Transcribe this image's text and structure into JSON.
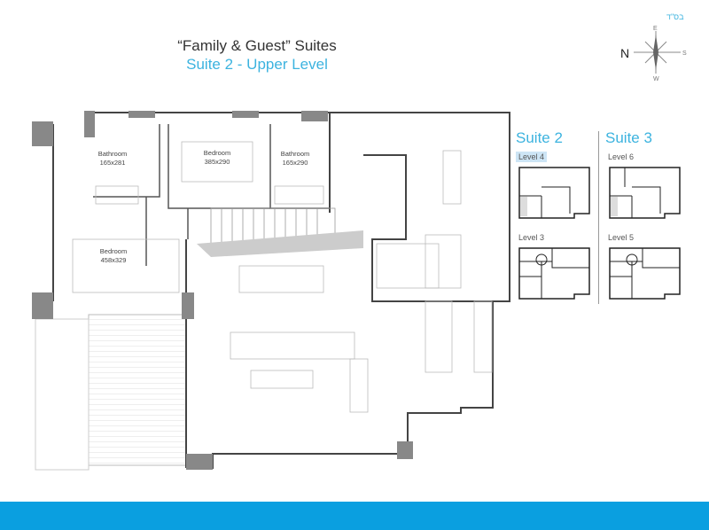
{
  "header": {
    "title": "“Family & Guest” Suites",
    "subtitle": "Suite 2 - Upper Level",
    "hebrew_mark": "בס\"ד"
  },
  "compass": {
    "north": "N",
    "east": "E",
    "south": "S",
    "west": "W"
  },
  "rooms": [
    {
      "name": "Bathroom",
      "size": "165x281"
    },
    {
      "name": "Bedroom",
      "size": "385x290"
    },
    {
      "name": "Bathroom",
      "size": "165x290"
    },
    {
      "name": "Bedroom",
      "size": "458x329"
    }
  ],
  "key_plans": {
    "suite2": {
      "title": "Suite 2",
      "levels": [
        "Level 4",
        "Level 3"
      ],
      "active": "Level 4"
    },
    "suite3": {
      "title": "Suite 3",
      "levels": [
        "Level 6",
        "Level 5"
      ]
    }
  },
  "colors": {
    "accent": "#3cb3df",
    "footer": "#0a9fe0",
    "highlight": "#cde5f5"
  }
}
